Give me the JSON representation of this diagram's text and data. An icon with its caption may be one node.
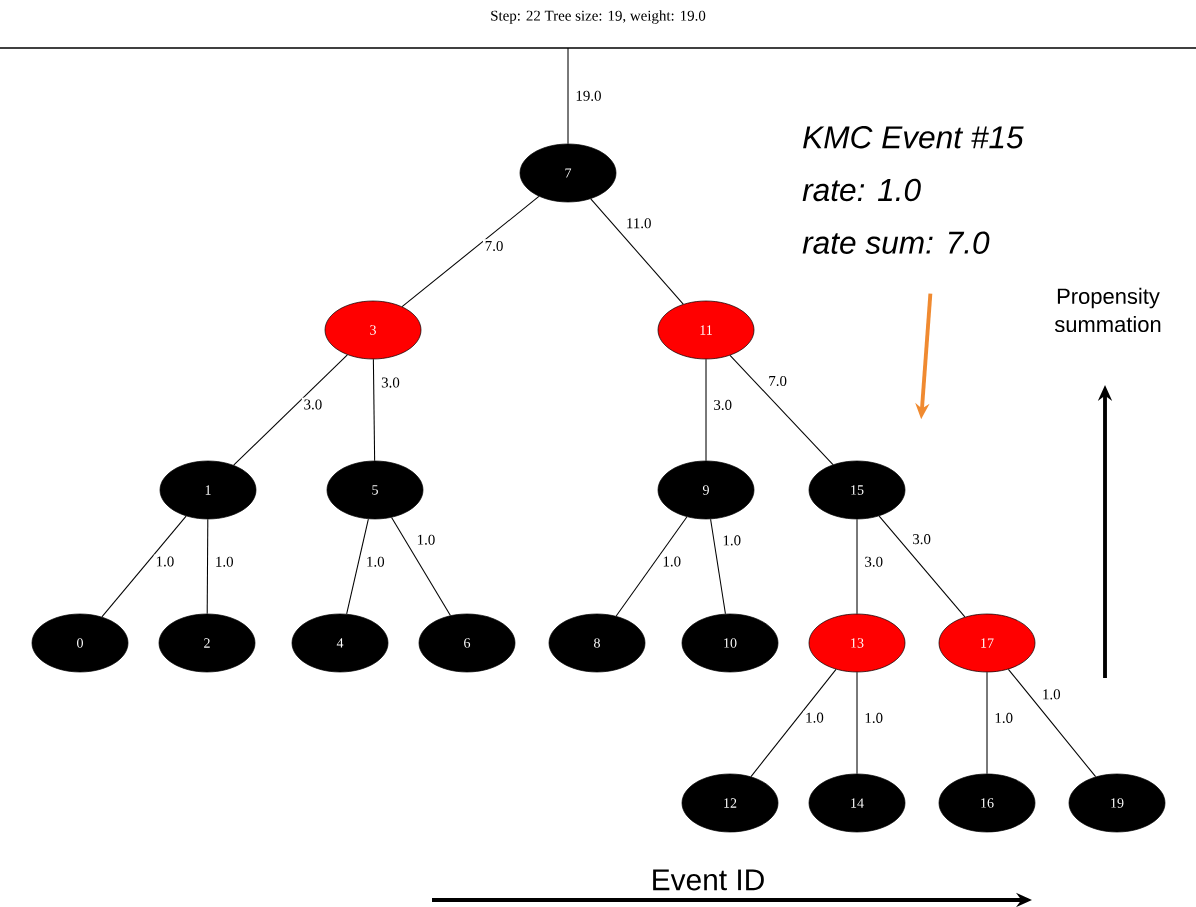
{
  "diagram": {
    "title": "Step: 22 Tree size: 19, weight: 19.0",
    "nodes": [
      {
        "text": [
          "7"
        ]
      },
      {
        "text": [
          "3"
        ]
      },
      {
        "text": [
          "11"
        ]
      },
      {
        "text": [
          "1"
        ]
      },
      {
        "text": [
          "5"
        ]
      },
      {
        "text": [
          "9"
        ]
      },
      {
        "text": [
          "15"
        ]
      },
      {
        "text": [
          "0"
        ]
      },
      {
        "text": [
          "2"
        ]
      },
      {
        "text": [
          "4"
        ]
      },
      {
        "text": [
          "6"
        ]
      },
      {
        "text": [
          "8"
        ]
      },
      {
        "text": [
          "10"
        ]
      },
      {
        "text": [
          "13"
        ]
      },
      {
        "text": [
          "17"
        ]
      },
      {
        "text": [
          "12"
        ]
      },
      {
        "text": [
          "14"
        ]
      },
      {
        "text": [
          "16"
        ]
      },
      {
        "text": [
          "19"
        ]
      },
      {
        "text": [
          "KMC Event #15",
          "rate: 1.0",
          "rate sum: 7.0"
        ]
      }
    ],
    "edges": [
      {
        "from": null,
        "to": 0,
        "arrow": "none",
        "label": "19.0"
      },
      {
        "from": 0,
        "to": 1,
        "arrow": "none",
        "label": "7.0"
      },
      {
        "from": 0,
        "to": 2,
        "arrow": "none",
        "label": "11.0"
      },
      {
        "from": 1,
        "to": 3,
        "arrow": "none",
        "label": "3.0"
      },
      {
        "from": 1,
        "to": 4,
        "arrow": "none",
        "label": "3.0"
      },
      {
        "from": 2,
        "to": 5,
        "arrow": "none",
        "label": "3.0"
      },
      {
        "from": 2,
        "to": 6,
        "arrow": "none",
        "label": "7.0"
      },
      {
        "from": 3,
        "to": 7,
        "arrow": "none",
        "label": "1.0"
      },
      {
        "from": 3,
        "to": 8,
        "arrow": "none",
        "label": "1.0"
      },
      {
        "from": 4,
        "to": 9,
        "arrow": "none",
        "label": "1.0"
      },
      {
        "from": 4,
        "to": 10,
        "arrow": "none",
        "label": "1.0"
      },
      {
        "from": 5,
        "to": 11,
        "arrow": "none",
        "label": "1.0"
      },
      {
        "from": 5,
        "to": 12,
        "arrow": "none",
        "label": "1.0"
      },
      {
        "from": 6,
        "to": 13,
        "arrow": "none",
        "label": "3.0"
      },
      {
        "from": 6,
        "to": 14,
        "arrow": "none",
        "label": "3.0"
      },
      {
        "from": 13,
        "to": 15,
        "arrow": "none",
        "label": "1.0"
      },
      {
        "from": 13,
        "to": 16,
        "arrow": "none",
        "label": "1.0"
      },
      {
        "from": 14,
        "to": 17,
        "arrow": "none",
        "label": "1.0"
      },
      {
        "from": 14,
        "to": 18,
        "arrow": "none",
        "label": "1.0"
      },
      {
        "from": 19,
        "to": 6,
        "arrow": "to",
        "style": "thick",
        "color": "#f08a30"
      }
    ],
    "labels": [
      "Propensity summation",
      "Event ID"
    ]
  }
}
